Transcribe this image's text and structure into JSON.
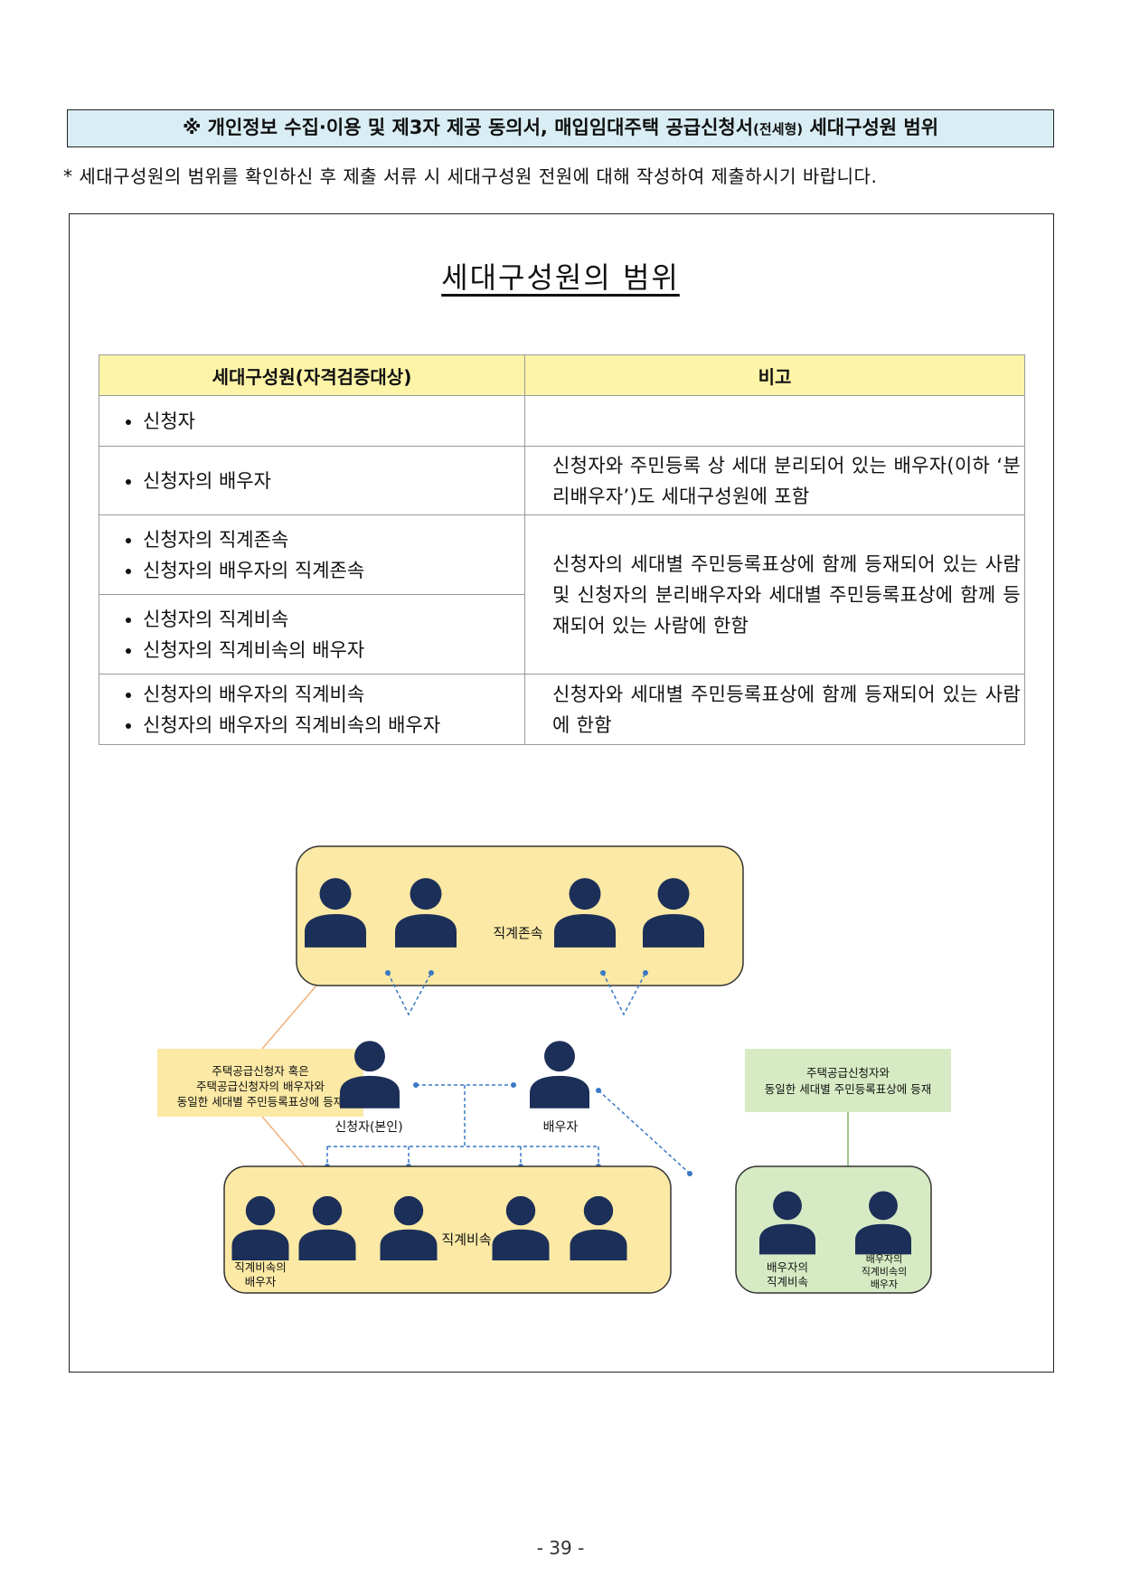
{
  "header": {
    "title_main": "※ 개인정보 수집·이용 및 제3자 제공 동의서, 매입임대주택 공급신청서",
    "title_small": "(전세형)",
    "title_end": " 세대구성원 범위"
  },
  "note": "* 세대구성원의 범위를 확인하신 후 제출 서류 시 세대구성원 전원에 대해 작성하여 제출하시기 바랍니다.",
  "section_title": "세대구성원의 범위",
  "table": {
    "headers": [
      "세대구성원(자격검증대상)",
      "비고"
    ],
    "rows": [
      {
        "items": [
          "신청자"
        ],
        "note": ""
      },
      {
        "items": [
          "신청자의 배우자"
        ],
        "note": "신청자와 주민등록 상 세대 분리되어 있는 배우자(이하 ‘분리배우자’)도 세대구성원에 포함"
      },
      {
        "items": [
          "신청자의 직계존속",
          "신청자의 배우자의 직계존속"
        ],
        "note": "신청자의 세대별 주민등록표상에 함께 등재되어 있는 사람 및 신청자의 분리배우자와 세대별 주민등록표상에 함께 등재되어 있는 사람에 한함"
      },
      {
        "items": [
          "신청자의 직계비속",
          "신청자의 직계비속의 배우자"
        ],
        "note": ""
      },
      {
        "items": [
          "신청자의 배우자의 직계비속",
          "신청자의 배우자의 직계비속의 배우자"
        ],
        "note": "신청자와 세대별 주민등록표상에 함께 등재되어 있는 사람에 한함"
      }
    ]
  },
  "diagram": {
    "ascendants_label": "직계존속",
    "descendants_label": "직계비속",
    "applicant_label": "신청자(본인)",
    "spouse_label": "배우자",
    "desc_spouse_label": [
      "직계비속의",
      "배우자"
    ],
    "spouse_desc_label": [
      "배우자의",
      "직계비속"
    ],
    "spouse_desc_spouse_label": [
      "배우자의",
      "직계비속의",
      "배우자"
    ],
    "yellow_note": [
      "주택공급신청자 혹은",
      "주택공급신청자의 배우자와",
      "동일한 세대별 주민등록표상에 등재"
    ],
    "green_note": [
      "주택공급신청자와",
      "동일한 세대별 주민등록표상에 등재"
    ],
    "colors": {
      "yellow_fill": "#fbe9a5",
      "green_fill": "#d6ebc4",
      "person": "#1c2f58",
      "connector": "#3a78c4",
      "orange_line": "#f0b27a",
      "green_line": "#9cc88a"
    }
  },
  "page_number": "- 39 -"
}
